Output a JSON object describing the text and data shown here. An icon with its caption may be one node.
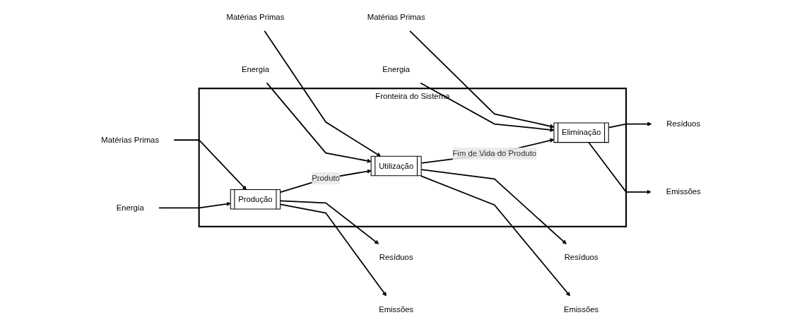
{
  "diagram": {
    "nodes": [
      {
        "text": [
          "Fronteira do Sistema"
        ]
      },
      {
        "text": [
          "Energia"
        ]
      },
      {
        "text": [
          "Matérias Primas"
        ]
      },
      {
        "text": [
          "Energia"
        ]
      },
      {
        "text": [
          "Matérias Primas"
        ]
      },
      {
        "text": [
          "Energia"
        ]
      },
      {
        "text": [
          "Matérias Primas"
        ]
      },
      {
        "text": [
          "Produção"
        ],
        "in": 0
      },
      {
        "text": [
          "Utilização"
        ],
        "in": 0
      },
      {
        "text": [
          "Eliminação"
        ],
        "in": 0
      },
      {
        "text": [
          "Resíduos"
        ]
      },
      {
        "text": [
          "Emissões"
        ]
      },
      {
        "text": [
          "Resíduos"
        ]
      },
      {
        "text": [
          "Emissões"
        ]
      },
      {
        "text": [
          "Resíduos"
        ]
      },
      {
        "text": [
          "Emissões"
        ]
      }
    ],
    "edges": [
      {
        "from": 1,
        "to": 7,
        "arrow": "to"
      },
      {
        "from": 2,
        "to": 7,
        "arrow": "to"
      },
      {
        "from": 7,
        "to": 8,
        "arrow": "to",
        "label": "Produto"
      },
      {
        "from": 3,
        "to": 8,
        "arrow": "to"
      },
      {
        "from": 4,
        "to": 8,
        "arrow": "to"
      },
      {
        "from": 8,
        "to": 9,
        "arrow": "to",
        "label": "Fim de Vida do Produto"
      },
      {
        "from": 5,
        "to": 9,
        "arrow": "to"
      },
      {
        "from": 6,
        "to": 9,
        "arrow": "to"
      },
      {
        "from": 7,
        "to": 10,
        "arrow": "to"
      },
      {
        "from": 7,
        "to": 11,
        "arrow": "to"
      },
      {
        "from": 8,
        "to": 12,
        "arrow": "to"
      },
      {
        "from": 8,
        "to": 13,
        "arrow": "to"
      },
      {
        "from": 9,
        "to": 14,
        "arrow": "to"
      },
      {
        "from": 9,
        "to": 15,
        "arrow": "to"
      }
    ]
  }
}
